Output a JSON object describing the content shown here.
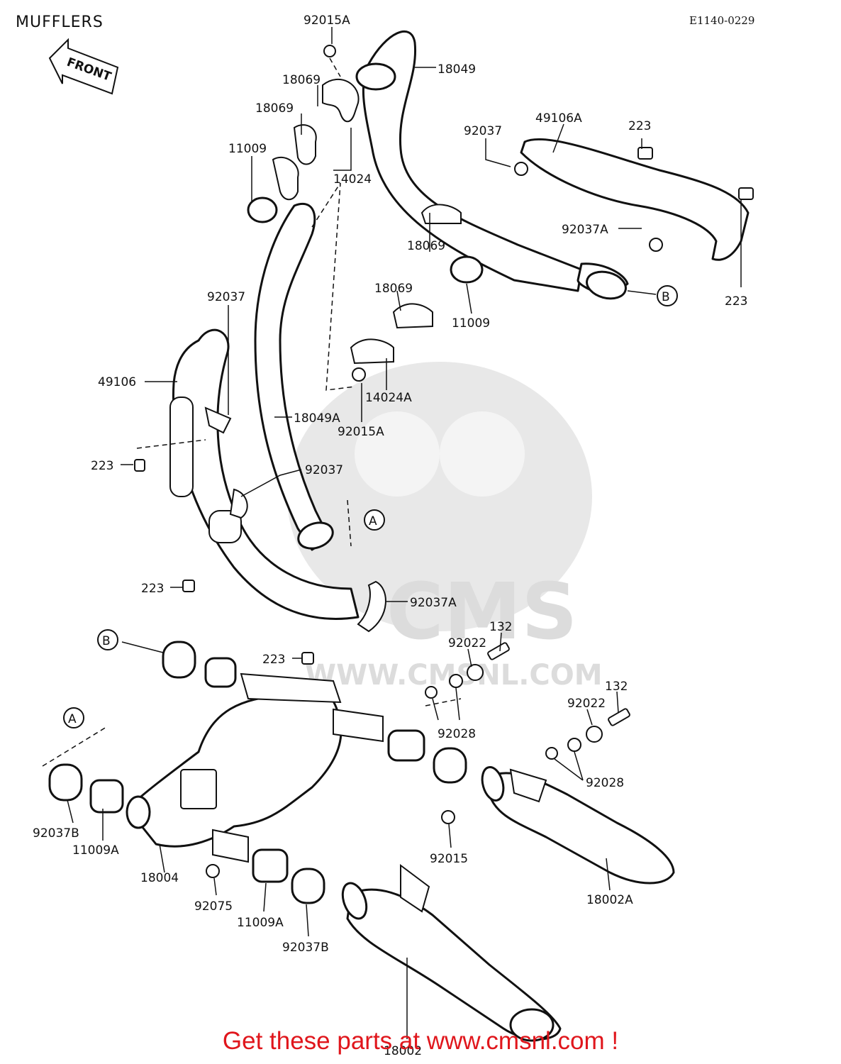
{
  "header": {
    "title": "MUFFLERS",
    "diagram_code": "E1140-0229",
    "front_arrow_label": "FRONT"
  },
  "watermark": {
    "logo_text": "CMS",
    "url_text": "WWW.CMSNL.COM"
  },
  "callouts": {
    "a": "A",
    "b": "B"
  },
  "parts": [
    {
      "number": "92015A"
    },
    {
      "number": "18049"
    },
    {
      "number": "18069"
    },
    {
      "number": "18069"
    },
    {
      "number": "11009"
    },
    {
      "number": "14024"
    },
    {
      "number": "49106A"
    },
    {
      "number": "92037"
    },
    {
      "number": "223"
    },
    {
      "number": "92037A"
    },
    {
      "number": "223"
    },
    {
      "number": "18069"
    },
    {
      "number": "18069"
    },
    {
      "number": "11009"
    },
    {
      "number": "92037"
    },
    {
      "number": "49106"
    },
    {
      "number": "14024A"
    },
    {
      "number": "18049A"
    },
    {
      "number": "92015A"
    },
    {
      "number": "223"
    },
    {
      "number": "92037"
    },
    {
      "number": "223"
    },
    {
      "number": "92037A"
    },
    {
      "number": "132"
    },
    {
      "number": "92022"
    },
    {
      "number": "223"
    },
    {
      "number": "92028"
    },
    {
      "number": "132"
    },
    {
      "number": "92022"
    },
    {
      "number": "92028"
    },
    {
      "number": "92037B"
    },
    {
      "number": "11009A"
    },
    {
      "number": "18004"
    },
    {
      "number": "92015"
    },
    {
      "number": "18002A"
    },
    {
      "number": "92075"
    },
    {
      "number": "11009A"
    },
    {
      "number": "92037B"
    },
    {
      "number": "18002"
    }
  ],
  "footer": {
    "cta": "Get these parts at www.cmsnl.com !"
  }
}
